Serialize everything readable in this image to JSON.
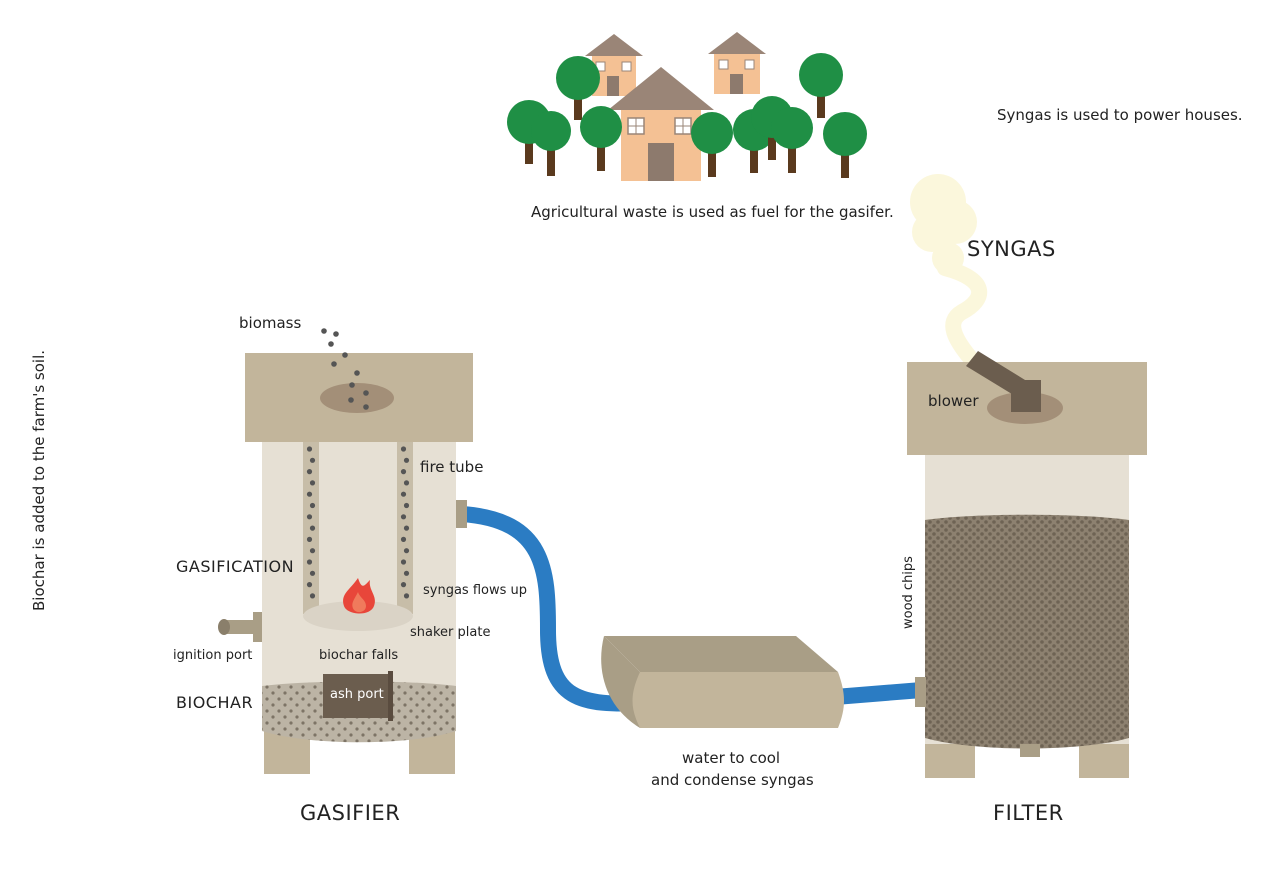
{
  "captions": {
    "houses": "Syngas is used to power houses.",
    "fuel": "Agricultural waste is used as fuel for the gasifer.",
    "soil": "Biochar is added to the farm's soil."
  },
  "labels": {
    "biomass": "biomass",
    "fire_tube": "fire tube",
    "gasification": "GASIFICATION",
    "syngas_flows_up": "syngas flows up",
    "shaker_plate": "shaker plate",
    "ignition_port": "ignition port",
    "biochar_falls": "biochar falls",
    "ash_port": "ash port",
    "biochar": "BIOCHAR",
    "gasifier": "GASIFIER",
    "water_line1": "water to cool",
    "water_line2": "and condense syngas",
    "blower": "blower",
    "wood_chips": "wood chips",
    "syngas": "SYNGAS",
    "filter": "FILTER"
  },
  "colors": {
    "tan": "#c2b59b",
    "tan_dark": "#a99e86",
    "cream": "#e6e0d4",
    "brown_dark": "#6b5d4e",
    "pipe_blue": "#2b7cc3",
    "tree_green": "#1f8f45",
    "trunk": "#5a3a1e",
    "house_wall": "#f4c194",
    "roof": "#9a8577",
    "flame": "#e8463a",
    "smoke": "#fbf7dc"
  }
}
